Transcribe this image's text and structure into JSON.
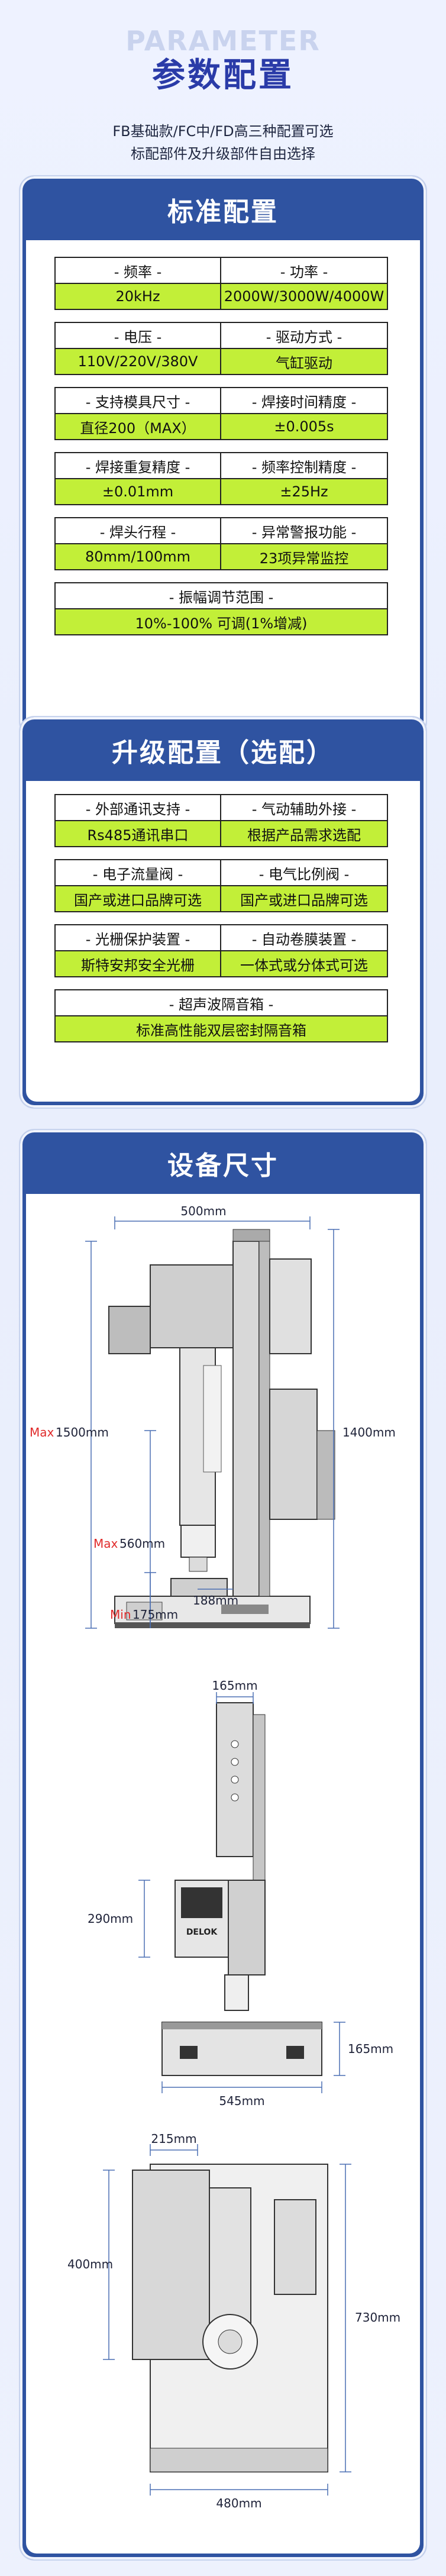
{
  "header": {
    "en_title": "PARAMETER",
    "cn_title": "参数配置",
    "subtitle_line1": "FB基础款/FC中/FD高三种配置可选",
    "subtitle_line2": "标配部件及升级部件自由选择"
  },
  "standard": {
    "title": "标准配置",
    "rows": [
      [
        {
          "label": "- 频率 -",
          "value": "20kHz"
        },
        {
          "label": "- 功率 -",
          "value": "2000W/3000W/4000W"
        }
      ],
      [
        {
          "label": "- 电压 -",
          "value": "110V/220V/380V"
        },
        {
          "label": "- 驱动方式 -",
          "value": "气缸驱动"
        }
      ],
      [
        {
          "label": "- 支持模具尺寸 -",
          "value": "直径200（MAX）"
        },
        {
          "label": "- 焊接时间精度 -",
          "value": "±0.005s"
        }
      ],
      [
        {
          "label": "- 焊接重复精度 -",
          "value": "±0.01mm"
        },
        {
          "label": "- 频率控制精度 -",
          "value": "±25Hz"
        }
      ],
      [
        {
          "label": "- 焊头行程 -",
          "value": "80mm/100mm"
        },
        {
          "label": "- 异常警报功能 -",
          "value": "23项异常监控"
        }
      ],
      [
        {
          "label": "- 振幅调节范围 -",
          "value": "10%-100% 可调(1%增减)"
        }
      ]
    ]
  },
  "upgrade": {
    "title": "升级配置（选配）",
    "rows": [
      [
        {
          "label": "- 外部通讯支持 -",
          "value": "Rs485通讯串口"
        },
        {
          "label": "- 气动辅助外接 -",
          "value": "根据产品需求选配"
        }
      ],
      [
        {
          "label": "- 电子流量阀 -",
          "value": "国产或进口品牌可选"
        },
        {
          "label": "- 电气比例阀 -",
          "value": "国产或进口品牌可选"
        }
      ],
      [
        {
          "label": "- 光栅保护装置 -",
          "value": "斯特安邦安全光栅"
        },
        {
          "label": "- 自动卷膜装置 -",
          "value": "一体式或分体式可选"
        }
      ],
      [
        {
          "label": "- 超声波隔音箱 -",
          "value": "标准高性能双层密封隔音箱"
        }
      ]
    ]
  },
  "dimensions": {
    "title": "设备尺寸",
    "side_view": {
      "width": "500mm",
      "height": "1400mm",
      "max_prefix": "Max",
      "max_height": "1500mm",
      "max_throat": "560mm",
      "throat_depth": "188mm",
      "min_prefix": "Min",
      "min_height": "175mm"
    },
    "front_view": {
      "top_width": "165mm",
      "panel_width": "290mm",
      "base_height": "165mm",
      "base_width": "545mm",
      "brand": "DELOK"
    },
    "top_view": {
      "offset": "215mm",
      "depth": "400mm",
      "height": "730mm",
      "width": "480mm"
    }
  },
  "colors": {
    "accent_blue": "#2f53a1",
    "value_green": "#c2ef38",
    "dim_red": "#e02b2b"
  }
}
